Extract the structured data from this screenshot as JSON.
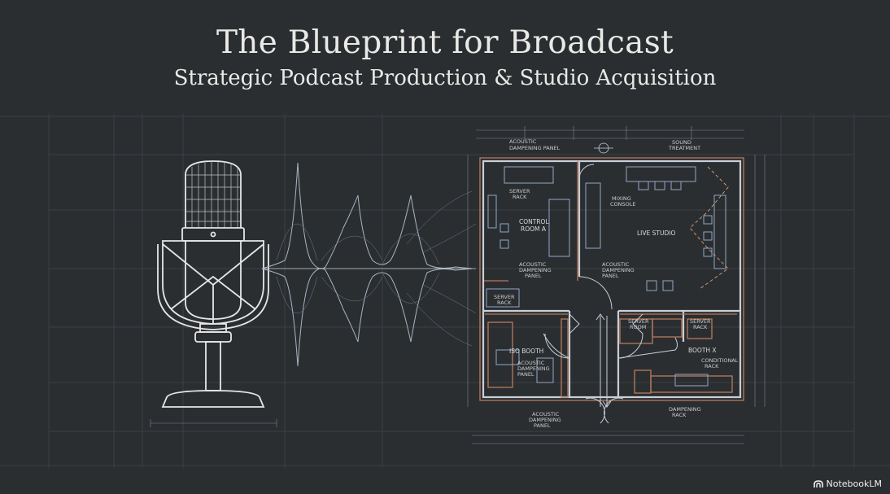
{
  "slide": {
    "title": "The Blueprint for Broadcast",
    "subtitle": "Strategic Podcast Production & Studio Acquisition"
  },
  "plan_labels": {
    "acoustic_panel_top": [
      "ACOUSTIC",
      "DAMPENING PANEL"
    ],
    "server_rack": [
      "SERVER",
      "RACK"
    ],
    "control_room": [
      "CONTROL",
      "ROOM A"
    ],
    "acoustic_panel_cr": [
      "ACOUSTIC",
      "DAMPENING",
      "PANEL"
    ],
    "mixing_console": [
      "MIXING",
      "CONSOLE"
    ],
    "acoustic_panel_mid": [
      "ACOUSTIC",
      "DAMPENING",
      "PANEL"
    ],
    "live_studio": "LIVE STUDIO",
    "sound_treatment": [
      "SOUND",
      "TREATMENT"
    ],
    "server_rack_left": [
      "SERVER",
      "RACK"
    ],
    "iso_booth": "ISO BOOTH",
    "acoustic_panel_iso": [
      "ACOUSTIC",
      "DAMPENING",
      "PANEL"
    ],
    "acoustic_panel_bottom": [
      "ACOUSTIC",
      "DAMPENING",
      "PANEL"
    ],
    "server_room": [
      "SERVER",
      "ROOM"
    ],
    "server_rack_right": [
      "SERVER",
      "RACK"
    ],
    "booth_x": "BOOTH X",
    "conditional_rack": [
      "CONDITIONAL",
      "RACK"
    ],
    "dampening_rack": [
      "DAMPENING",
      "RACK"
    ]
  },
  "brand": {
    "name": "NotebookLM",
    "icon": "notebooklm-logo-icon"
  }
}
